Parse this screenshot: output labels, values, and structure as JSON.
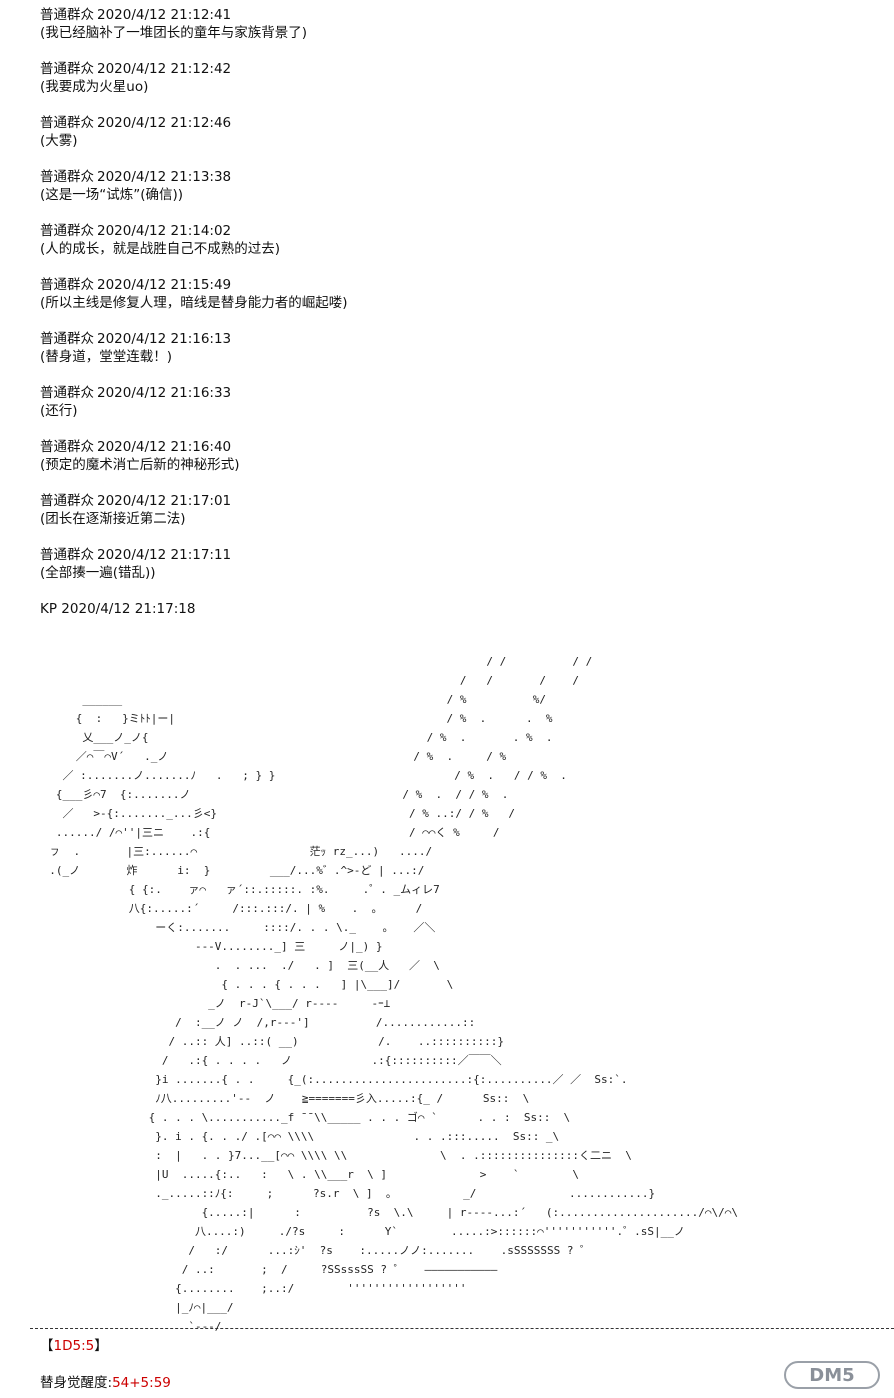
{
  "messages": [
    {
      "sender": "普通群众",
      "time": "2020/4/12 21:12:41",
      "text": "(我已经脑补了一堆团长的童年与家族背景了)"
    },
    {
      "sender": "普通群众",
      "time": "2020/4/12 21:12:42",
      "text": "(我要成为火星uo)"
    },
    {
      "sender": "普通群众",
      "time": "2020/4/12 21:12:46",
      "text": "(大雾)"
    },
    {
      "sender": "普通群众",
      "time": "2020/4/12 21:13:38",
      "text": "(这是一场“试炼”(确信))"
    },
    {
      "sender": "普通群众",
      "time": "2020/4/12 21:14:02",
      "text": "(人的成长，就是战胜自己不成熟的过去)"
    },
    {
      "sender": "普通群众",
      "time": "2020/4/12 21:15:49",
      "text": "(所以主线是修复人理，暗线是替身能力者的崛起喽)"
    },
    {
      "sender": "普通群众",
      "time": "2020/4/12 21:16:13",
      "text": "(替身道，堂堂连载！)"
    },
    {
      "sender": "普通群众",
      "time": "2020/4/12 21:16:33",
      "text": "(还行)"
    },
    {
      "sender": "普通群众",
      "time": "2020/4/12 21:16:40",
      "text": "(预定的魔术消亡后新的神秘形式)"
    },
    {
      "sender": "普通群众",
      "time": "2020/4/12 21:17:01",
      "text": "(团长在逐渐接近第二法)"
    },
    {
      "sender": "普通群众",
      "time": "2020/4/12 21:17:11",
      "text": "(全部揍一遍(错乱))"
    }
  ],
  "kp": {
    "sender": "KP",
    "time": "2020/4/12 21:17:18"
  },
  "ascii_art": "                                                                    / /          / /\n                                                                /   /       /    /\n       ______                                                 / %          %/\n      {  :   }ミﾄﾄ|ー|                                         / %  .      .  %\n       乂___ノ_ノ{                                          / %  .       . %  .\n      ／⌒￣⌒V´   ._ノ                                     / %  .     / %\n    ／ :.......ノ.......ﾉ   .   ; } }                           / %  .   / / %  .\n   {___彡⌒7  {:.......ノ                                / %  .  / / %  .\n    ／   >-{:......._...彡<}                             / % ..:/ / %   /\n   ....../ /⌒''|三ニ    .:{                              / ⌒⌒く %     /\n  ㇷ  .       |三:......⌒                 茫ｯ rz_...)   ..../\n  .(_ノ       炸      i:  }         ___/...%゛.^>-ど | ...:/\n              { {:.    ァ⌒   ァ´::.:::::. :%.     .゜. _ムィレ7\n              八{:.....:´     /:::.:::/. | %    .  。     /\n                  ーく:.......     ::::/. . . \\._    。   ／＼\n                        ---V........_] 三     ノ|_) }\n                           .  . ...  ./   . ]  三(__人   ／  \\\n                            { . . . { . . .   ] |\\___]/       \\\n                          _ノ  r-J`\\___/ r----     -ｰ⊥\n                     /  :__ノ ノ  /,r---']          /............::\n                    / ..:: 人] ..::( __)            /.    ..::::::::::}\n                   /   .:{ . . . .   ノ            .:{::::::::::／￣￣＼\n                  }i .......{ . .     {_(:.......................:{:..........／ ／  Ss:`.\n                  ﾉ八.........'--  ノ    ≧=======彡入.....:{_ /      Ss::  \\\n                 { . . . \\..........._f ¯¯\\\\_____ . . . ゴ⌒ `      . . :  Ss::  \\\n                  }. i . {. . ./ .[⌒⌒ \\\\\\\\               . . .:::.....  Ss:: _\\\n                  :  |   . . }7...__[⌒⌒ \\\\\\\\ \\\\              \\  . .:::::::::::::::く二ニ  \\\n                  |U  .....{:..   :   \\ . \\\\___r  \\ ]              >    `        \\\n                  ._.....::ﾉ{:     ;      ?s.r  \\ ]  。          _/              ............}\n                         {.....:|      :          ?s  \\.\\     | r----...:´   (:...................../⌒\\/⌒\\\n                        八....:)     ./?s     :      Y`        .....:>::::::⌒'''''''''''.゜.sS|__ノ\n                       /   :/      ...:ｼ'  ?s    :.....ノノ:.......    .sSSSSSSS ? ゜\n                      / ..:       ;  /     ?SSsssSS ? ゜   ―――――――――――\n                     {........    ;..:/        ''''''''''''''''''\n                     |_ﾉ⌒|___/\n                       `---/",
  "roll": {
    "open": "【",
    "dice": "1D5:5",
    "close": "】"
  },
  "result": {
    "label": "替身觉醒度:",
    "value": "54+5:59"
  },
  "watermark": {
    "text": "DM5",
    "color": "#8a9099"
  }
}
